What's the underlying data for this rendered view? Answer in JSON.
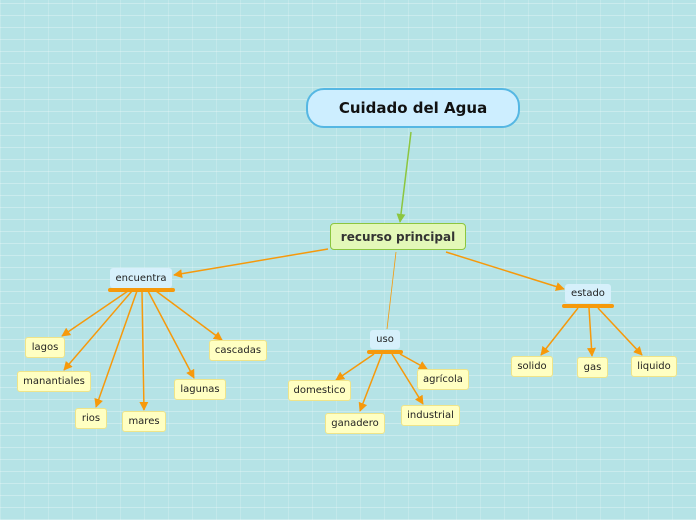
{
  "colors": {
    "background": "#b5e3e6",
    "root_border": "#55b7e3",
    "main_border": "#8cc63f",
    "branch_edge": "#f6990b",
    "root_edge": "#8cc63f"
  },
  "diagram": {
    "root": {
      "label": "Cuidado del Agua"
    },
    "main": {
      "label": "recurso principal"
    },
    "branches": [
      {
        "label": "encuentra",
        "children": [
          "lagos",
          "manantiales",
          "rios",
          "mares",
          "lagunas",
          "cascadas"
        ]
      },
      {
        "label": "uso",
        "children": [
          "domestico",
          "ganadero",
          "industrial",
          "agrícola"
        ]
      },
      {
        "label": "estado",
        "children": [
          "solido",
          "gas",
          "liquido"
        ]
      }
    ]
  }
}
